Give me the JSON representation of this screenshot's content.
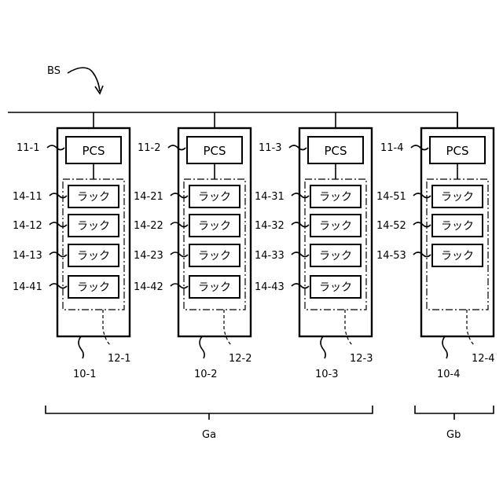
{
  "system_label": "BS",
  "units": [
    {
      "id": "10-1",
      "pcs_ref": "11-1",
      "pcs_label": "PCS",
      "group_ref": "12-1",
      "racks": [
        {
          "ref": "14-11",
          "label": "ラック"
        },
        {
          "ref": "14-12",
          "label": "ラック"
        },
        {
          "ref": "14-13",
          "label": "ラック"
        },
        {
          "ref": "14-41",
          "label": "ラック"
        }
      ]
    },
    {
      "id": "10-2",
      "pcs_ref": "11-2",
      "pcs_label": "PCS",
      "group_ref": "12-2",
      "racks": [
        {
          "ref": "14-21",
          "label": "ラック"
        },
        {
          "ref": "14-22",
          "label": "ラック"
        },
        {
          "ref": "14-23",
          "label": "ラック"
        },
        {
          "ref": "14-42",
          "label": "ラック"
        }
      ]
    },
    {
      "id": "10-3",
      "pcs_ref": "11-3",
      "pcs_label": "PCS",
      "group_ref": "12-3",
      "racks": [
        {
          "ref": "14-31",
          "label": "ラック"
        },
        {
          "ref": "14-32",
          "label": "ラック"
        },
        {
          "ref": "14-33",
          "label": "ラック"
        },
        {
          "ref": "14-43",
          "label": "ラック"
        }
      ]
    },
    {
      "id": "10-4",
      "pcs_ref": "11-4",
      "pcs_label": "PCS",
      "group_ref": "12-4",
      "racks": [
        {
          "ref": "14-51",
          "label": "ラック"
        },
        {
          "ref": "14-52",
          "label": "ラック"
        },
        {
          "ref": "14-53",
          "label": "ラック"
        }
      ]
    }
  ],
  "groups": [
    {
      "label": "Ga"
    },
    {
      "label": "Gb"
    }
  ]
}
